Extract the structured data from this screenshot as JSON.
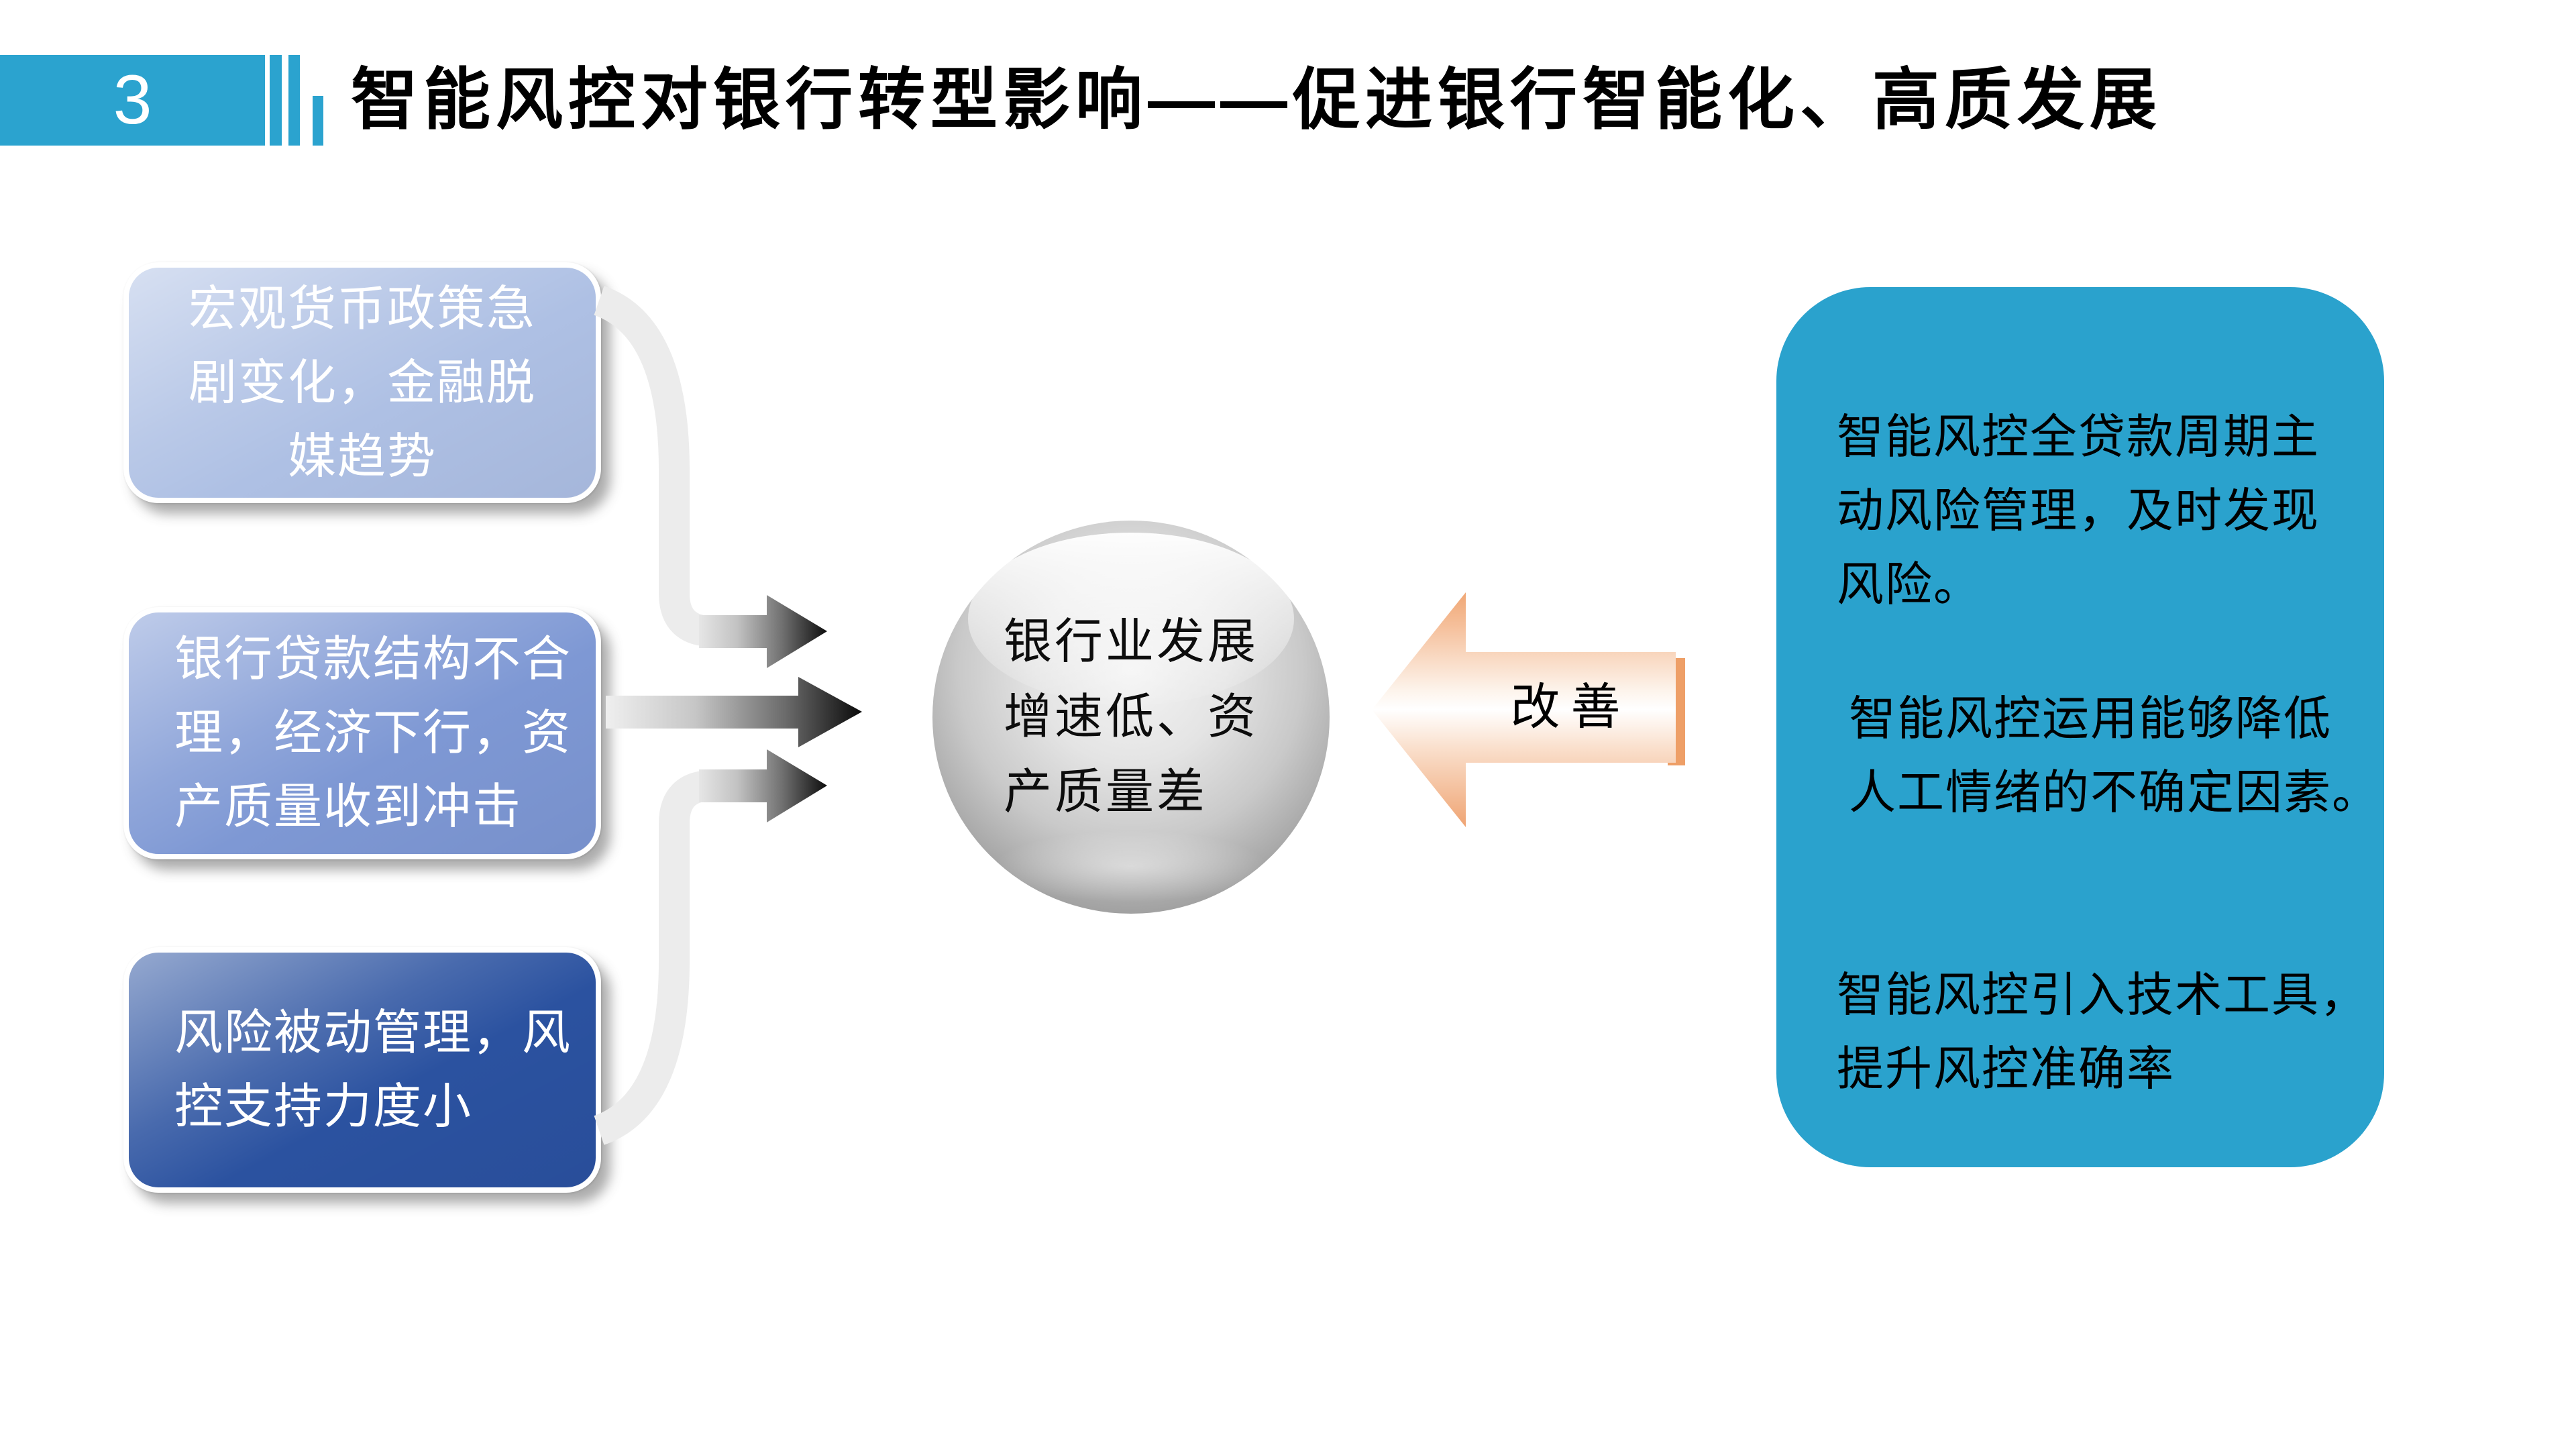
{
  "slide": {
    "page_number": "3",
    "title": "智能风控对银行转型影响——促进银行智能化、高质发展"
  },
  "causes": [
    {
      "text": "宏观货币政策急\n剧变化，金融脱\n媒趋势"
    },
    {
      "text": "银行贷款结构不合\n理，经济下行，资\n产质量收到冲击"
    },
    {
      "text": "风险被动管理，风\n控支持力度小"
    }
  ],
  "center_sphere": {
    "text": "银行业发展\n增速低、资\n产质量差"
  },
  "improve_arrow": {
    "label": "改善"
  },
  "solutions": [
    {
      "text": "智能风控全贷款周期主\n动风险管理，及时发现\n风险。"
    },
    {
      "text": "智能风控运用能够降低\n人工情绪的不确定因素。"
    },
    {
      "text": "智能风控引入技术工具，\n提升风控准确率"
    }
  ],
  "colors": {
    "accent_blue": "#2BA3CF",
    "panel_fill": "#2AA2CD",
    "cause1_fill": "#AEC0E4",
    "cause2_fill": "#7E98D4",
    "cause3_fill": "#2B52A0",
    "arrow_orange": "#F0A775",
    "arrow_orange_deep": "#EE9F67",
    "dark_arrow": "#0D0D0D",
    "pipe_gray": "#ECECEC",
    "title_text": "#000000",
    "bubble_text": "#FFFFFF"
  }
}
